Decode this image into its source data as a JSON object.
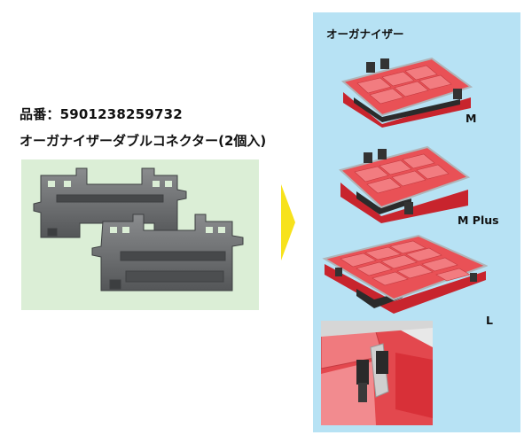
{
  "part_number": "品番：5901238259732",
  "product_name": "オーガナイザーダブルコネクター(2個入)",
  "organizer_title": "オーガナイザー",
  "sizes": {
    "m": "M",
    "m_plus": "M Plus",
    "l": "L"
  },
  "colors": {
    "connector_bg": "#dbeed6",
    "organizer_bg": "#b7e2f4",
    "arrow": "#f7e21c",
    "organizer_red": "#e0323a",
    "connector_gray": "#6c6e70"
  },
  "icons": {
    "arrow": "right-triangle-arrow"
  }
}
